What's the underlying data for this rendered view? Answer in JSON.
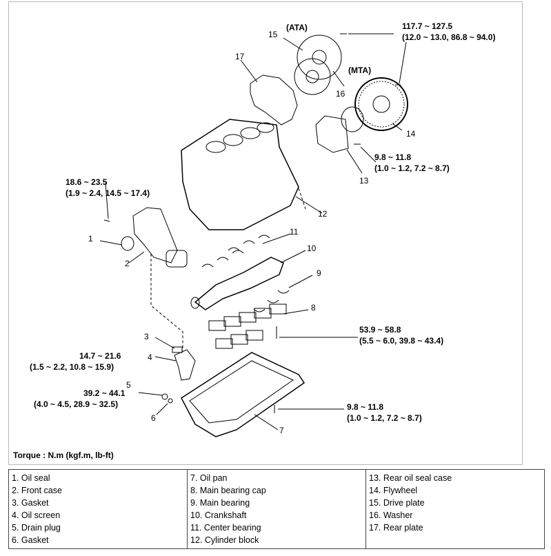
{
  "torque_note": "Torque : N.m (kgf.m, lb-ft)",
  "torque_specs": {
    "flywheel_bolt": {
      "line1": "117.7 ~ 127.5",
      "line2": "(12.0 ~ 13.0, 86.8 ~ 94.0)"
    },
    "rear_seal_case_bolt": {
      "line1": "9.8 ~ 11.8",
      "line2": "(1.0 ~ 1.2, 7.2 ~ 8.7)"
    },
    "front_case_bolt": {
      "line1": "18.6 ~ 23.5",
      "line2": "(1.9 ~ 2.4, 14.5 ~ 17.4)"
    },
    "main_cap_bolt": {
      "line1": "53.9 ~ 58.8",
      "line2": "(5.5 ~ 6.0, 39.8 ~ 43.4)"
    },
    "oil_screen_bolt": {
      "line1": "14.7 ~ 21.6",
      "line2": "(1.5 ~ 2.2, 10.8 ~ 15.9)"
    },
    "drain_plug": {
      "line1": "39.2 ~ 44.1",
      "line2": "(4.0 ~ 4.5, 28.9 ~ 32.5)"
    },
    "oil_pan_bolt": {
      "line1": "9.8 ~ 11.8",
      "line2": "(1.0 ~ 1.2, 7.2 ~ 8.7)"
    }
  },
  "variant_labels": {
    "ata": "(ATA)",
    "mta": "(MTA)"
  },
  "callouts": [
    "1",
    "2",
    "3",
    "4",
    "5",
    "6",
    "7",
    "8",
    "9",
    "10",
    "11",
    "12",
    "13",
    "14",
    "15",
    "16",
    "17"
  ],
  "legend": {
    "col1": [
      "1. Oil seal",
      "2. Front case",
      "3. Gasket",
      "4. Oil screen",
      "5. Drain plug",
      "6. Gasket"
    ],
    "col2": [
      "7. Oil pan",
      "8. Main bearing cap",
      "9. Main bearing",
      "10. Crankshaft",
      "11. Center bearing",
      "12. Cylinder block"
    ],
    "col3": [
      "13. Rear oil seal case",
      "14. Flywheel",
      "15. Drive plate",
      "16. Washer",
      "17. Rear plate"
    ]
  }
}
